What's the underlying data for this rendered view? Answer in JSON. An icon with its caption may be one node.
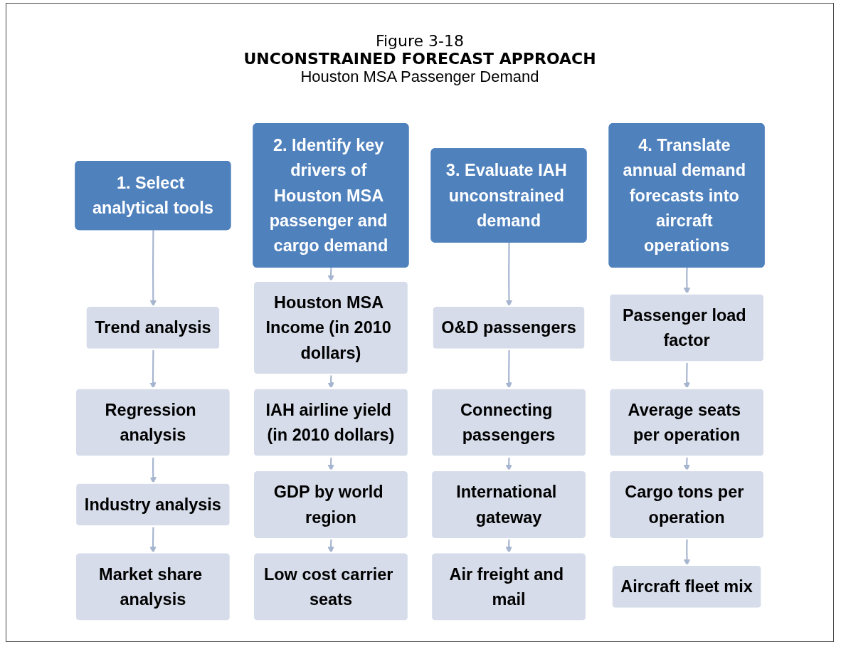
{
  "diagram": {
    "title": "UNCONSTRAINED FORECAST APPROACH",
    "nodes": [
      {
        "text": [
          "1. Select analytical tools"
        ]
      },
      {
        "text": [
          "Trend analysis"
        ]
      },
      {
        "text": [
          "Regression analysis"
        ]
      },
      {
        "text": [
          "Industry analysis"
        ]
      },
      {
        "text": [
          "Market share analysis"
        ]
      },
      {
        "text": [
          "2. Identify key drivers of Houston MSA passenger and cargo demand"
        ]
      },
      {
        "text": [
          "Houston MSA Income (in 2010 dollars)"
        ]
      },
      {
        "text": [
          "IAH airline yield (in 2010 dollars)"
        ]
      },
      {
        "text": [
          "GDP by world region"
        ]
      },
      {
        "text": [
          "Low cost carrier seats"
        ]
      },
      {
        "text": [
          "3. Evaluate IAH unconstrained demand"
        ]
      },
      {
        "text": [
          "O&D passengers"
        ]
      },
      {
        "text": [
          "Connecting passengers"
        ]
      },
      {
        "text": [
          "International gateway"
        ]
      },
      {
        "text": [
          "Air freight and mail"
        ]
      },
      {
        "text": [
          "4. Translate annual demand forecasts into aircraft operations"
        ]
      },
      {
        "text": [
          "Passenger load factor"
        ]
      },
      {
        "text": [
          "Average seats per operation"
        ]
      },
      {
        "text": [
          "Cargo tons per operation"
        ]
      },
      {
        "text": [
          "Aircraft fleet mix"
        ]
      }
    ],
    "edges": [
      {
        "from": 0,
        "to": 1,
        "arrow": "to"
      },
      {
        "from": 1,
        "to": 2,
        "arrow": "to"
      },
      {
        "from": 2,
        "to": 3,
        "arrow": "to"
      },
      {
        "from": 3,
        "to": 4,
        "arrow": "to"
      },
      {
        "from": 5,
        "to": 6,
        "arrow": "to"
      },
      {
        "from": 6,
        "to": 7,
        "arrow": "to"
      },
      {
        "from": 7,
        "to": 8,
        "arrow": "to"
      },
      {
        "from": 8,
        "to": 9,
        "arrow": "to"
      },
      {
        "from": 10,
        "to": 11,
        "arrow": "to"
      },
      {
        "from": 11,
        "to": 12,
        "arrow": "to"
      },
      {
        "from": 12,
        "to": 13,
        "arrow": "to"
      },
      {
        "from": 13,
        "to": 14,
        "arrow": "to"
      },
      {
        "from": 15,
        "to": 16,
        "arrow": "to"
      },
      {
        "from": 16,
        "to": 17,
        "arrow": "to"
      },
      {
        "from": 17,
        "to": 18,
        "arrow": "to"
      },
      {
        "from": 18,
        "to": 19,
        "arrow": "to"
      }
    ],
    "labels": [
      "Figure 3-18",
      "Houston MSA Passenger Demand"
    ]
  }
}
